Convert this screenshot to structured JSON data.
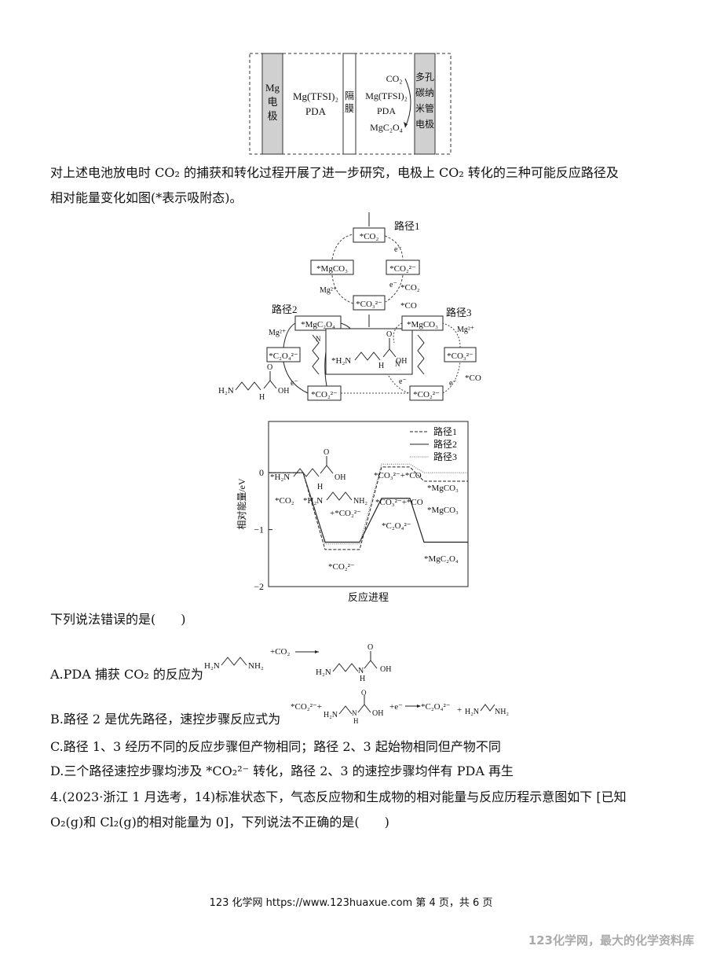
{
  "cell": {
    "left_electrode": [
      "Mg",
      "电",
      "极"
    ],
    "left_electrolyte": [
      "Mg(TFSI)₂",
      "PDA"
    ],
    "separator": [
      "隔",
      "膜"
    ],
    "right_species": [
      "CO₂",
      "Mg(TFSI)₂",
      "PDA",
      "MgC₂O₄"
    ],
    "right_electrode": [
      "多孔",
      "碳纳",
      "米管",
      "电极"
    ]
  },
  "intro": {
    "line1": "对上述电池放电时 CO₂ 的捕获和转化过程开展了进一步研究，电极上 CO₂ 转化的三种可能反应路径及",
    "line2": "相对能量变化如图(*表示吸附态)。"
  },
  "pathway": {
    "path1_label": "路径1",
    "path2_label": "路径2",
    "path3_label": "路径3",
    "co2_ads": "*CO₂",
    "co2_rad": "*CO₂²⁻",
    "mgco3": "*MgCO₃",
    "co3": "*CO₃²⁻",
    "mgc2o4": "*MgC₂O₄",
    "c2o4": "*C₂O₄²⁻",
    "h2n_ads": "*H₂N",
    "h2n": "H₂N",
    "oh": "OH",
    "nh": "N",
    "h": "H",
    "o": "O",
    "mg2": "Mg²⁺",
    "e": "e⁻",
    "co2_out": "*CO₂",
    "co_out": "*CO",
    "co_out3": "*CO"
  },
  "energy_plot": {
    "ylabel": "相对能量/eV",
    "xlabel": "反应进程",
    "legend": [
      "路径1",
      "路径2",
      "路径3"
    ],
    "yticks": [
      "0",
      "−1",
      "−2"
    ],
    "labels": {
      "carbamate_ads": "*H₂N",
      "co2": "*CO₂",
      "h2n_nh2": "*H₂N",
      "nh2": "NH₂",
      "plus_co2rad": "+*CO₂²⁻",
      "co2rad_bottom": "*CO₂²⁻",
      "co3_co": "*CO₃²⁻+*CO",
      "co3_co_2": "*CO₃²⁻+*CO",
      "mgco3_top": "*MgCO₃",
      "mgco3_mid": "*MgCO₃",
      "c2o4": "*C₂O₄²⁻",
      "mgc2o4": "*MgC₂O₄"
    }
  },
  "chart_data": {
    "type": "line",
    "title": "",
    "xlabel": "反应进程",
    "ylabel": "相对能量/eV",
    "ylim": [
      -2,
      0.9
    ],
    "series": [
      {
        "name": "路径1",
        "values": [
          0,
          -1.35,
          0.1,
          -0.15
        ]
      },
      {
        "name": "路径2",
        "values": [
          0,
          -1.22,
          -0.45,
          -1.22
        ]
      },
      {
        "name": "路径3",
        "values": [
          0,
          -1.25,
          0.15,
          0.0
        ]
      }
    ]
  },
  "question": {
    "stem": "下列说法错误的是(　　)",
    "A": "A.PDA 捕获 CO₂ 的反应为",
    "B": "B.路径 2 是优先路径，速控步骤反应式为",
    "C": "C.路径 1、3 经历不同的反应步骤但产物相同；路径 2、3 起始物相同但产物不同",
    "D": "D.三个路径速控步骤均涉及 *CO₂²⁻ 转化，路径 2、3 的速控步骤均伴有 PDA 再生"
  },
  "eqA": {
    "h2n": "H₂N",
    "nh2": "NH₂",
    "plus_co2": "+CO₂",
    "h2n2": "H₂N",
    "n": "N",
    "h": "H",
    "o": "O",
    "oh": "OH"
  },
  "eqB": {
    "co2rad": "*CO₂²⁻+",
    "h2n": "H₂N",
    "n": "N",
    "h": "H",
    "o": "O",
    "oh": "OH",
    "pe": "+e⁻",
    "c2o4": "*C₂O₄²⁻",
    "plus": "+",
    "h2n2": "H₂N",
    "nh2": "NH₂"
  },
  "q4": {
    "line1": "4.(2023·浙江 1 月选考，14)标准状态下，气态反应物和生成物的相对能量与反应历程示意图如下 [已知",
    "line2": "O₂(g)和 Cl₂(g)的相对能量为 0]，下列说法不正确的是(　　)"
  },
  "footer": "123 化学网 https://www.123huaxue.com 第 4 页，共 6 页",
  "watermark": "123化学网，最大的化学资料库"
}
